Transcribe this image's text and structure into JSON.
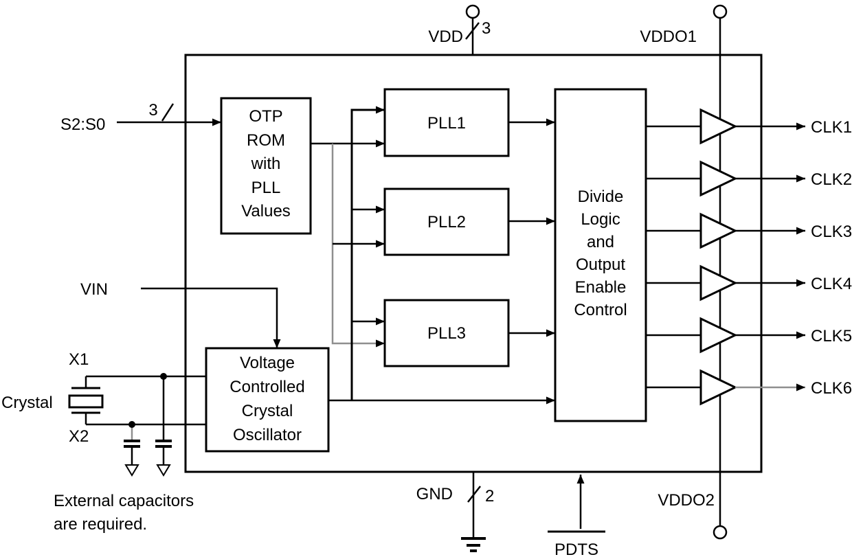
{
  "diagram": {
    "power_pins": {
      "vdd": "VDD",
      "vdd_bus_width": "3",
      "vddo1": "VDDO1",
      "vddo2": "VDDO2",
      "gnd": "GND",
      "gnd_bus_width": "2",
      "pdts": "PDTS"
    },
    "inputs": {
      "s2s0": "S2:S0",
      "s2s0_bus_width": "3",
      "vin": "VIN",
      "x1": "X1",
      "x2": "X2",
      "crystal": "Crystal"
    },
    "blocks": {
      "otp_rom": [
        "OTP",
        "ROM",
        "with",
        "PLL",
        "Values"
      ],
      "pll1": "PLL1",
      "pll2": "PLL2",
      "pll3": "PLL3",
      "divide_logic": [
        "Divide",
        "Logic",
        "and",
        "Output",
        "Enable",
        "Control"
      ],
      "vcxo": [
        "Voltage",
        "Controlled",
        "Crystal",
        "Oscillator"
      ]
    },
    "outputs": [
      "CLK1",
      "CLK2",
      "CLK3",
      "CLK4",
      "CLK5",
      "CLK6"
    ],
    "note": [
      "External capacitors",
      "are required."
    ],
    "colors": {
      "line": "#000000",
      "gray_line": "#8f8f8f",
      "background": "#ffffff"
    }
  }
}
